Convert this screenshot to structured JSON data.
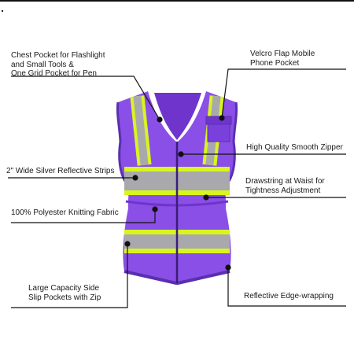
{
  "callouts": {
    "chest_pocket": "Chest Pocket for Flashlight\nand Small Tools &\nOne Grid Pocket for Pen",
    "velcro_pocket": "Velcro Flap Mobile\nPhone Pocket",
    "zipper": "High Quality Smooth Zipper",
    "reflective_strips": "2\" Wide Silver Reflective Strips",
    "drawstring": "Drawstring at Waist for\nTightness Adjustment",
    "fabric": "100% Polyester Knitting Fabric",
    "side_pockets": "Large Capacity Side\nSlip Pockets with Zip",
    "edge_wrapping": "Reflective Edge-wrapping"
  },
  "colors": {
    "vest_purple": "#8a4fe6",
    "vest_shadow": "#6f34cc",
    "hi_vis_yellow": "#d8f520",
    "reflective_silver": "#a9a9ad",
    "edge_trim": "#5a2fb0",
    "leader_line": "#111111"
  }
}
